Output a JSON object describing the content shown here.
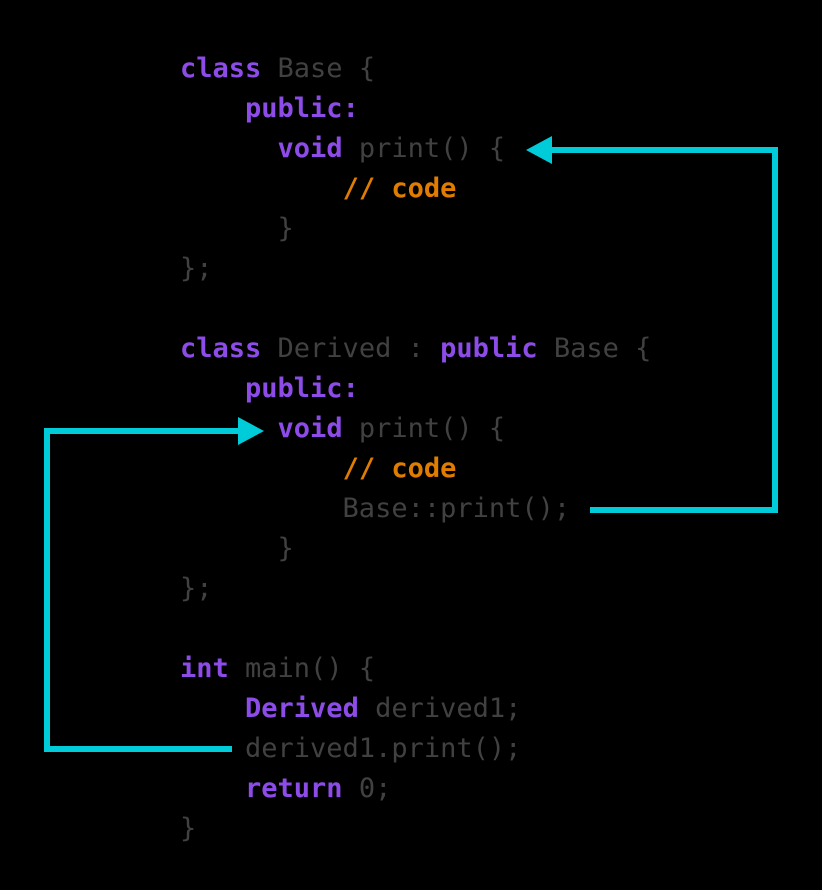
{
  "diagram": {
    "background": "#000000",
    "colors": {
      "keyword": "#8d4ce8",
      "plain": "#414141",
      "comment": "#e07d00",
      "arrow": "#00cbd8"
    },
    "code_lines": [
      {
        "segments": [
          {
            "t": "class",
            "c": "kw"
          },
          {
            "t": " Base {",
            "c": "pl"
          }
        ]
      },
      {
        "segments": [
          {
            "t": "    ",
            "c": "pl"
          },
          {
            "t": "public:",
            "c": "kw"
          }
        ]
      },
      {
        "segments": [
          {
            "t": "      ",
            "c": "pl"
          },
          {
            "t": "void",
            "c": "kw"
          },
          {
            "t": " print() {",
            "c": "pl"
          }
        ]
      },
      {
        "segments": [
          {
            "t": "          ",
            "c": "pl"
          },
          {
            "t": "// code",
            "c": "cm"
          }
        ]
      },
      {
        "segments": [
          {
            "t": "      }",
            "c": "pl"
          }
        ]
      },
      {
        "segments": [
          {
            "t": "};",
            "c": "pl"
          }
        ]
      },
      {
        "segments": []
      },
      {
        "segments": [
          {
            "t": "class",
            "c": "kw"
          },
          {
            "t": " Derived : ",
            "c": "pl"
          },
          {
            "t": "public",
            "c": "kw"
          },
          {
            "t": " Base {",
            "c": "pl"
          }
        ]
      },
      {
        "segments": [
          {
            "t": "    ",
            "c": "pl"
          },
          {
            "t": "public:",
            "c": "kw"
          }
        ]
      },
      {
        "segments": [
          {
            "t": "      ",
            "c": "pl"
          },
          {
            "t": "void",
            "c": "kw"
          },
          {
            "t": " print() {",
            "c": "pl"
          }
        ]
      },
      {
        "segments": [
          {
            "t": "          ",
            "c": "pl"
          },
          {
            "t": "// code",
            "c": "cm"
          }
        ]
      },
      {
        "segments": [
          {
            "t": "          Base::print();",
            "c": "pl"
          }
        ]
      },
      {
        "segments": [
          {
            "t": "      }",
            "c": "pl"
          }
        ]
      },
      {
        "segments": [
          {
            "t": "};",
            "c": "pl"
          }
        ]
      },
      {
        "segments": []
      },
      {
        "segments": [
          {
            "t": "int",
            "c": "kw"
          },
          {
            "t": " main() {",
            "c": "pl"
          }
        ]
      },
      {
        "segments": [
          {
            "t": "    ",
            "c": "pl"
          },
          {
            "t": "Derived",
            "c": "kw"
          },
          {
            "t": " derived1;",
            "c": "pl"
          }
        ]
      },
      {
        "segments": [
          {
            "t": "    derived1.print();",
            "c": "pl"
          }
        ]
      },
      {
        "segments": [
          {
            "t": "    ",
            "c": "pl"
          },
          {
            "t": "return",
            "c": "kw"
          },
          {
            "t": " 0;",
            "c": "pl"
          }
        ]
      },
      {
        "segments": [
          {
            "t": "}",
            "c": "pl"
          }
        ]
      }
    ],
    "arrows": [
      {
        "name": "base-print-call",
        "head_direction": "left"
      },
      {
        "name": "derived-print-call",
        "head_direction": "right"
      }
    ]
  }
}
